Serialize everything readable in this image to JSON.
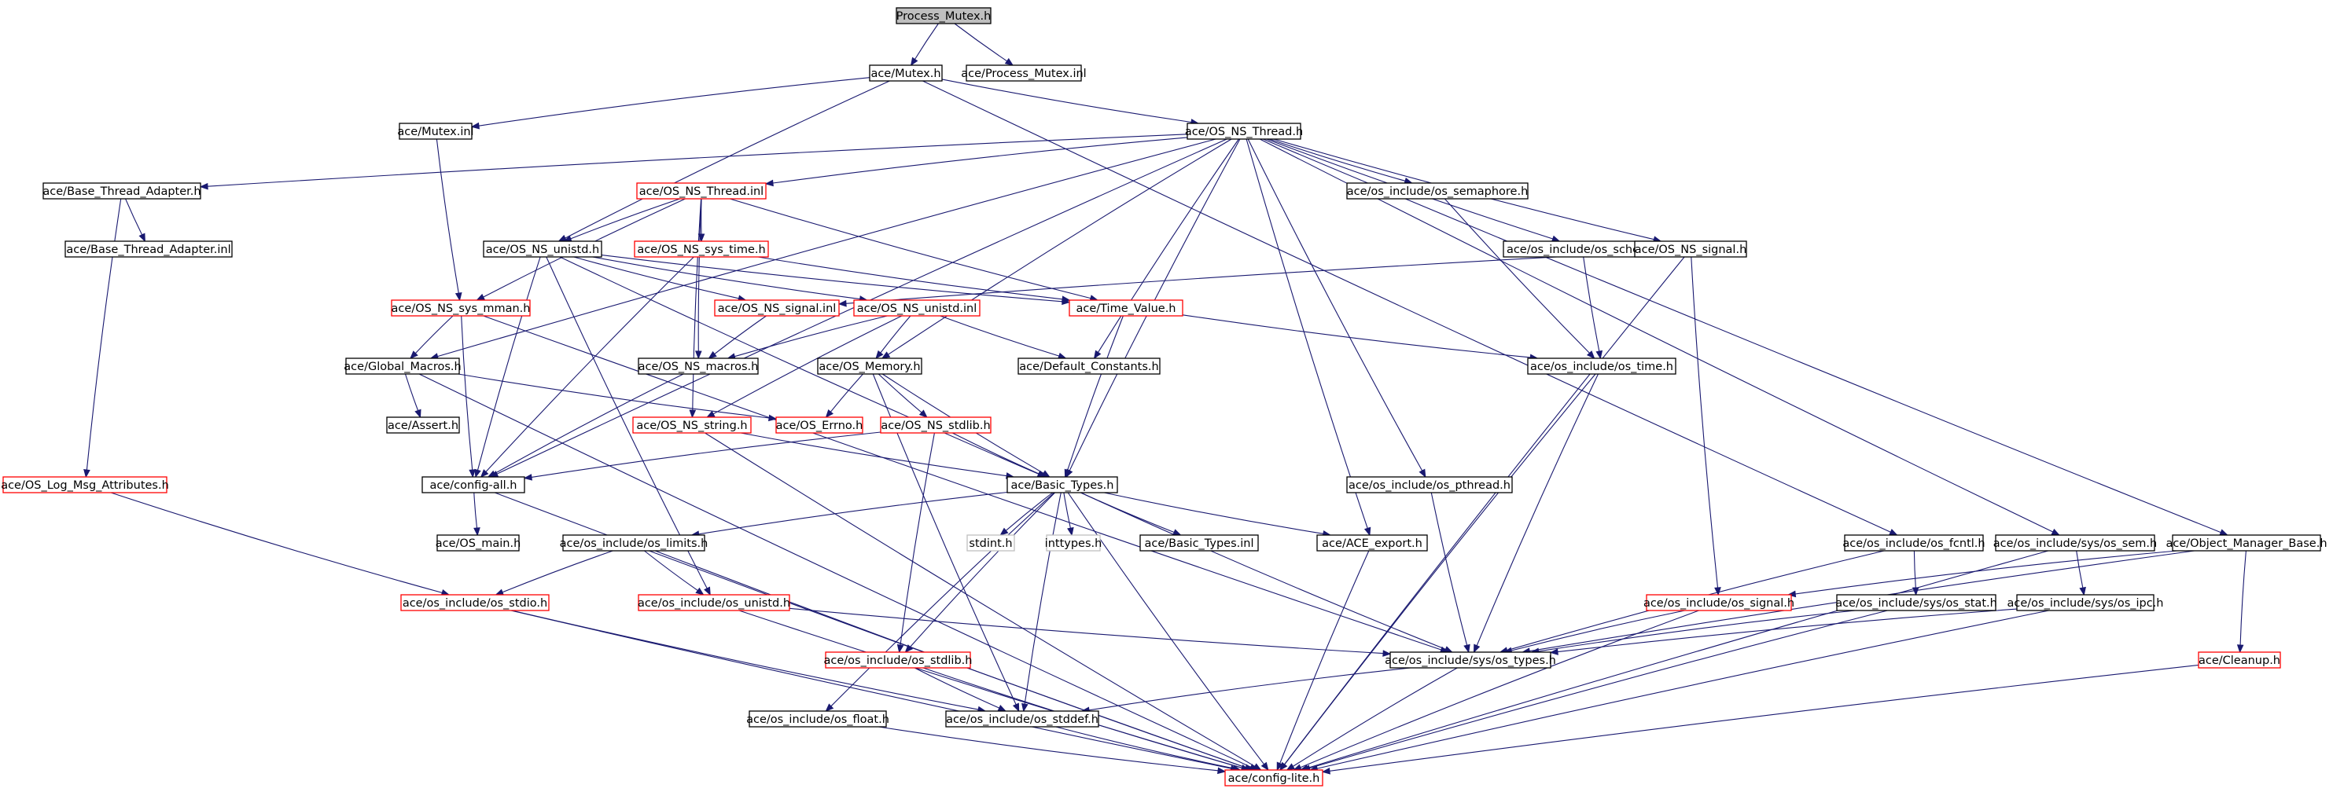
{
  "graph": {
    "colors": {
      "edge": "#191970",
      "border_normal": "#000000",
      "border_truncated": "#ff0000",
      "border_undocumented": "#bfbfbf",
      "root_fill": "#bfbfbf",
      "text": "#000000"
    },
    "nodes": [
      {
        "id": "process_mutex_h",
        "label": "Process_Mutex.h",
        "kind": "root"
      },
      {
        "id": "mutex_h",
        "label": "ace/Mutex.h",
        "kind": "normal"
      },
      {
        "id": "process_mutex_inl",
        "label": "ace/Process_Mutex.inl",
        "kind": "normal"
      },
      {
        "id": "mutex_inl",
        "label": "ace/Mutex.inl",
        "kind": "normal"
      },
      {
        "id": "os_ns_thread_h",
        "label": "ace/OS_NS_Thread.h",
        "kind": "normal"
      },
      {
        "id": "base_thread_adapter_h",
        "label": "ace/Base_Thread_Adapter.h",
        "kind": "normal"
      },
      {
        "id": "os_ns_thread_inl",
        "label": "ace/OS_NS_Thread.inl",
        "kind": "truncated"
      },
      {
        "id": "os_semaphore_h",
        "label": "ace/os_include/os_semaphore.h",
        "kind": "normal"
      },
      {
        "id": "base_thread_adapter_inl",
        "label": "ace/Base_Thread_Adapter.inl",
        "kind": "normal"
      },
      {
        "id": "os_ns_unistd_h",
        "label": "ace/OS_NS_unistd.h",
        "kind": "normal"
      },
      {
        "id": "os_ns_sys_time_h",
        "label": "ace/OS_NS_sys_time.h",
        "kind": "truncated"
      },
      {
        "id": "os_sched_h",
        "label": "ace/os_include/os_sched.h",
        "kind": "normal"
      },
      {
        "id": "os_ns_signal_h",
        "label": "ace/OS_NS_signal.h",
        "kind": "normal"
      },
      {
        "id": "os_ns_sys_mman_h",
        "label": "ace/OS_NS_sys_mman.h",
        "kind": "truncated"
      },
      {
        "id": "os_ns_signal_inl",
        "label": "ace/OS_NS_signal.inl",
        "kind": "truncated"
      },
      {
        "id": "os_ns_unistd_inl",
        "label": "ace/OS_NS_unistd.inl",
        "kind": "truncated"
      },
      {
        "id": "time_value_h",
        "label": "ace/Time_Value.h",
        "kind": "truncated"
      },
      {
        "id": "global_macros_h",
        "label": "ace/Global_Macros.h",
        "kind": "normal"
      },
      {
        "id": "os_ns_macros_h",
        "label": "ace/OS_NS_macros.h",
        "kind": "normal"
      },
      {
        "id": "default_constants_h",
        "label": "ace/Default_Constants.h",
        "kind": "normal"
      },
      {
        "id": "os_memory_h",
        "label": "ace/OS_Memory.h",
        "kind": "normal"
      },
      {
        "id": "os_time_h",
        "label": "ace/os_include/os_time.h",
        "kind": "normal"
      },
      {
        "id": "assert_h",
        "label": "ace/Assert.h",
        "kind": "normal"
      },
      {
        "id": "os_errno_h",
        "label": "ace/OS_Errno.h",
        "kind": "truncated"
      },
      {
        "id": "os_ns_string_h",
        "label": "ace/OS_NS_string.h",
        "kind": "truncated"
      },
      {
        "id": "os_ns_stdlib_h",
        "label": "ace/OS_NS_stdlib.h",
        "kind": "truncated"
      },
      {
        "id": "os_log_msg_attributes_h",
        "label": "ace/OS_Log_Msg_Attributes.h",
        "kind": "truncated"
      },
      {
        "id": "config_all_h",
        "label": "ace/config-all.h",
        "kind": "normal"
      },
      {
        "id": "basic_types_h",
        "label": "ace/Basic_Types.h",
        "kind": "normal"
      },
      {
        "id": "os_pthread_h",
        "label": "ace/os_include/os_pthread.h",
        "kind": "normal"
      },
      {
        "id": "os_main_h",
        "label": "ace/OS_main.h",
        "kind": "normal"
      },
      {
        "id": "os_limits_h",
        "label": "ace/os_include/os_limits.h",
        "kind": "normal"
      },
      {
        "id": "stdint_h",
        "label": "stdint.h",
        "kind": "undocumented"
      },
      {
        "id": "inttypes_h",
        "label": "inttypes.h",
        "kind": "undocumented"
      },
      {
        "id": "basic_types_inl",
        "label": "ace/Basic_Types.inl",
        "kind": "normal"
      },
      {
        "id": "ace_export_h",
        "label": "ace/ACE_export.h",
        "kind": "normal"
      },
      {
        "id": "os_fcntl_h",
        "label": "ace/os_include/os_fcntl.h",
        "kind": "normal"
      },
      {
        "id": "os_sem_h",
        "label": "ace/os_include/sys/os_sem.h",
        "kind": "normal"
      },
      {
        "id": "object_manager_base_h",
        "label": "ace/Object_Manager_Base.h",
        "kind": "normal"
      },
      {
        "id": "os_stdio_h",
        "label": "ace/os_include/os_stdio.h",
        "kind": "truncated"
      },
      {
        "id": "os_unistd_h",
        "label": "ace/os_include/os_unistd.h",
        "kind": "truncated"
      },
      {
        "id": "os_signal_h",
        "label": "ace/os_include/os_signal.h",
        "kind": "truncated"
      },
      {
        "id": "os_stat_h",
        "label": "ace/os_include/sys/os_stat.h",
        "kind": "normal"
      },
      {
        "id": "os_ipc_h",
        "label": "ace/os_include/sys/os_ipc.h",
        "kind": "normal"
      },
      {
        "id": "os_stdlib_h",
        "label": "ace/os_include/os_stdlib.h",
        "kind": "truncated"
      },
      {
        "id": "os_types_h",
        "label": "ace/os_include/sys/os_types.h",
        "kind": "normal"
      },
      {
        "id": "cleanup_h",
        "label": "ace/Cleanup.h",
        "kind": "truncated"
      },
      {
        "id": "os_float_h",
        "label": "ace/os_include/os_float.h",
        "kind": "normal"
      },
      {
        "id": "os_stddef_h",
        "label": "ace/os_include/os_stddef.h",
        "kind": "normal"
      },
      {
        "id": "config_lite_h",
        "label": "ace/config-lite.h",
        "kind": "truncated"
      }
    ],
    "edges": [
      [
        "process_mutex_h",
        "mutex_h"
      ],
      [
        "process_mutex_h",
        "process_mutex_inl"
      ],
      [
        "mutex_h",
        "mutex_inl"
      ],
      [
        "mutex_h",
        "os_ns_thread_h"
      ],
      [
        "mutex_h",
        "os_ns_unistd_h"
      ],
      [
        "mutex_h",
        "os_fcntl_h"
      ],
      [
        "mutex_inl",
        "os_ns_sys_mman_h"
      ],
      [
        "os_ns_thread_h",
        "base_thread_adapter_h"
      ],
      [
        "os_ns_thread_h",
        "os_ns_thread_inl"
      ],
      [
        "os_ns_thread_h",
        "os_semaphore_h"
      ],
      [
        "os_ns_thread_h",
        "os_sched_h"
      ],
      [
        "os_ns_thread_h",
        "os_ns_signal_h"
      ],
      [
        "os_ns_thread_h",
        "global_macros_h"
      ],
      [
        "os_ns_thread_h",
        "config_all_h"
      ],
      [
        "os_ns_thread_h",
        "default_constants_h"
      ],
      [
        "os_ns_thread_h",
        "os_memory_h"
      ],
      [
        "os_ns_thread_h",
        "basic_types_h"
      ],
      [
        "os_ns_thread_h",
        "os_pthread_h"
      ],
      [
        "os_ns_thread_h",
        "ace_export_h"
      ],
      [
        "os_ns_thread_h",
        "os_sem_h"
      ],
      [
        "os_ns_thread_h",
        "object_manager_base_h"
      ],
      [
        "base_thread_adapter_h",
        "base_thread_adapter_inl"
      ],
      [
        "base_thread_adapter_h",
        "os_log_msg_attributes_h"
      ],
      [
        "os_ns_thread_inl",
        "os_ns_unistd_h"
      ],
      [
        "os_ns_thread_inl",
        "os_ns_sys_time_h"
      ],
      [
        "os_ns_thread_inl",
        "os_ns_sys_mman_h"
      ],
      [
        "os_ns_thread_inl",
        "time_value_h"
      ],
      [
        "os_ns_thread_inl",
        "os_ns_macros_h"
      ],
      [
        "os_ns_thread_inl",
        "os_ns_string_h"
      ],
      [
        "os_ns_unistd_h",
        "os_ns_signal_inl"
      ],
      [
        "os_ns_unistd_h",
        "os_ns_unistd_inl"
      ],
      [
        "os_ns_unistd_h",
        "time_value_h"
      ],
      [
        "os_ns_unistd_h",
        "basic_types_h"
      ],
      [
        "os_ns_unistd_h",
        "config_all_h"
      ],
      [
        "os_ns_unistd_h",
        "os_unistd_h"
      ],
      [
        "os_ns_sys_time_h",
        "time_value_h"
      ],
      [
        "os_ns_sys_time_h",
        "config_all_h"
      ],
      [
        "os_semaphore_h",
        "os_time_h"
      ],
      [
        "os_sched_h",
        "os_time_h"
      ],
      [
        "os_ns_signal_h",
        "os_ns_signal_inl"
      ],
      [
        "os_ns_signal_h",
        "os_signal_h"
      ],
      [
        "os_ns_signal_h",
        "config_lite_h"
      ],
      [
        "os_ns_sys_mman_h",
        "global_macros_h"
      ],
      [
        "os_ns_sys_mman_h",
        "config_all_h"
      ],
      [
        "os_ns_sys_mman_h",
        "os_types_h"
      ],
      [
        "os_ns_signal_inl",
        "os_ns_macros_h"
      ],
      [
        "os_ns_unistd_inl",
        "os_ns_macros_h"
      ],
      [
        "os_ns_unistd_inl",
        "default_constants_h"
      ],
      [
        "os_ns_unistd_inl",
        "os_memory_h"
      ],
      [
        "os_ns_unistd_inl",
        "os_ns_string_h"
      ],
      [
        "time_value_h",
        "os_time_h"
      ],
      [
        "time_value_h",
        "basic_types_h"
      ],
      [
        "global_macros_h",
        "assert_h"
      ],
      [
        "global_macros_h",
        "os_errno_h"
      ],
      [
        "global_macros_h",
        "config_lite_h"
      ],
      [
        "os_ns_macros_h",
        "config_all_h"
      ],
      [
        "os_memory_h",
        "os_errno_h"
      ],
      [
        "os_memory_h",
        "os_ns_stdlib_h"
      ],
      [
        "os_memory_h",
        "basic_types_h"
      ],
      [
        "os_memory_h",
        "os_stddef_h"
      ],
      [
        "os_time_h",
        "os_types_h"
      ],
      [
        "os_time_h",
        "config_lite_h"
      ],
      [
        "os_ns_string_h",
        "basic_types_h"
      ],
      [
        "os_ns_string_h",
        "config_lite_h"
      ],
      [
        "os_ns_stdlib_h",
        "config_all_h"
      ],
      [
        "os_ns_stdlib_h",
        "basic_types_h"
      ],
      [
        "os_ns_stdlib_h",
        "os_stdlib_h"
      ],
      [
        "os_log_msg_attributes_h",
        "os_stdio_h"
      ],
      [
        "config_all_h",
        "os_main_h"
      ],
      [
        "config_all_h",
        "config_lite_h"
      ],
      [
        "basic_types_h",
        "os_limits_h"
      ],
      [
        "basic_types_h",
        "stdint_h"
      ],
      [
        "basic_types_h",
        "inttypes_h"
      ],
      [
        "basic_types_h",
        "basic_types_inl"
      ],
      [
        "basic_types_h",
        "ace_export_h"
      ],
      [
        "basic_types_h",
        "os_float_h"
      ],
      [
        "basic_types_h",
        "os_stdlib_h"
      ],
      [
        "basic_types_h",
        "os_stddef_h"
      ],
      [
        "basic_types_h",
        "os_types_h"
      ],
      [
        "basic_types_h",
        "config_lite_h"
      ],
      [
        "os_pthread_h",
        "os_types_h"
      ],
      [
        "os_limits_h",
        "os_stdio_h"
      ],
      [
        "os_limits_h",
        "os_unistd_h"
      ],
      [
        "os_limits_h",
        "config_lite_h"
      ],
      [
        "ace_export_h",
        "config_lite_h"
      ],
      [
        "os_fcntl_h",
        "os_stat_h"
      ],
      [
        "os_fcntl_h",
        "os_types_h"
      ],
      [
        "os_sem_h",
        "os_ipc_h"
      ],
      [
        "os_sem_h",
        "config_lite_h"
      ],
      [
        "object_manager_base_h",
        "os_signal_h"
      ],
      [
        "object_manager_base_h",
        "cleanup_h"
      ],
      [
        "object_manager_base_h",
        "os_types_h"
      ],
      [
        "os_stdio_h",
        "os_stddef_h"
      ],
      [
        "os_stdio_h",
        "config_lite_h"
      ],
      [
        "os_unistd_h",
        "os_types_h"
      ],
      [
        "os_unistd_h",
        "config_lite_h"
      ],
      [
        "os_signal_h",
        "os_types_h"
      ],
      [
        "os_signal_h",
        "config_lite_h"
      ],
      [
        "os_stat_h",
        "os_types_h"
      ],
      [
        "os_stat_h",
        "config_lite_h"
      ],
      [
        "os_ipc_h",
        "os_types_h"
      ],
      [
        "os_ipc_h",
        "config_lite_h"
      ],
      [
        "os_stdlib_h",
        "os_stddef_h"
      ],
      [
        "os_stdlib_h",
        "config_lite_h"
      ],
      [
        "os_types_h",
        "os_stddef_h"
      ],
      [
        "os_types_h",
        "config_lite_h"
      ],
      [
        "cleanup_h",
        "config_lite_h"
      ],
      [
        "os_float_h",
        "config_lite_h"
      ],
      [
        "os_stddef_h",
        "config_lite_h"
      ]
    ]
  }
}
